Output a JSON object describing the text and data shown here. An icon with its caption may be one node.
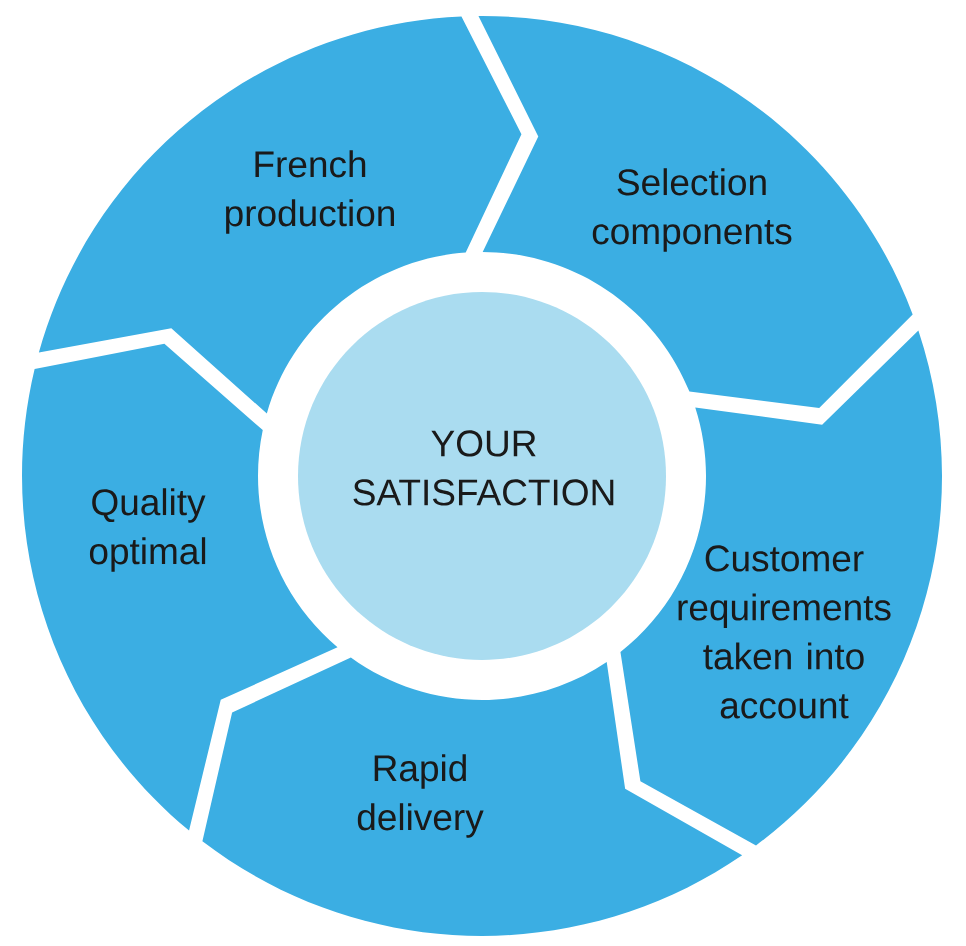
{
  "diagram": {
    "nodes": [
      {
        "text": [
          "YOUR SATISFACTION"
        ]
      },
      {
        "text": [
          "French production"
        ]
      },
      {
        "text": [
          "Selection components"
        ]
      },
      {
        "text": [
          "Customer requirements taken into account"
        ]
      },
      {
        "text": [
          "Rapid delivery"
        ]
      },
      {
        "text": [
          "Quality optimal"
        ]
      }
    ]
  }
}
